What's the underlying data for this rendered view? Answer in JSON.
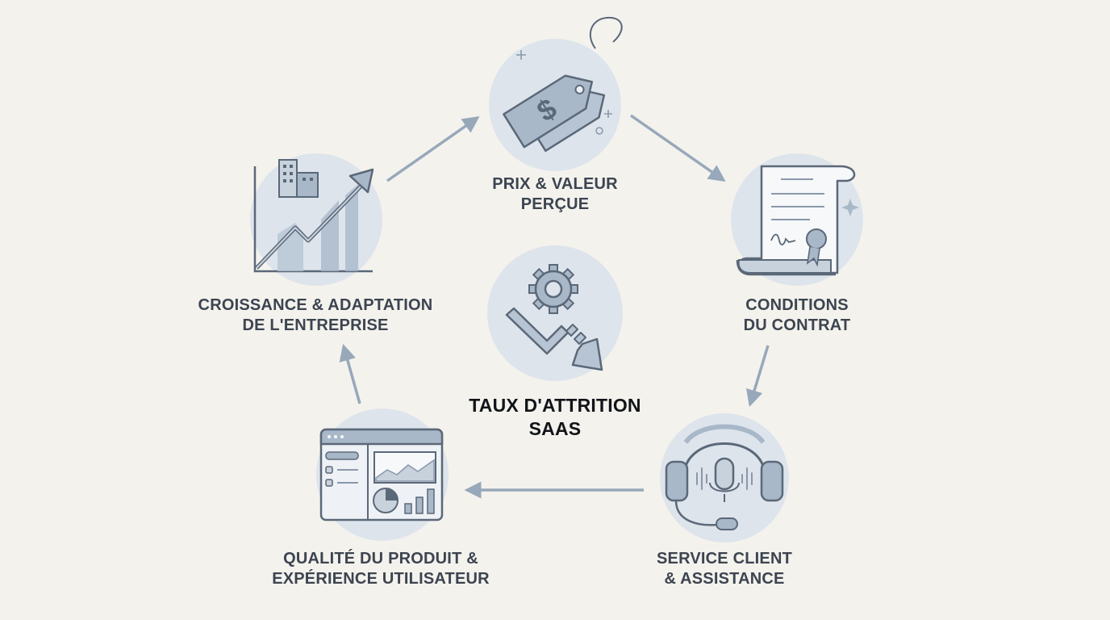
{
  "center": {
    "line1": "TAUX D'ATTRITION",
    "line2": "SAAS",
    "icon": "gear-down-arrow-icon"
  },
  "nodes": [
    {
      "id": "prix",
      "line1": "PRIX & VALEUR",
      "line2": "PERÇUE",
      "icon": "price-tag-icon"
    },
    {
      "id": "conditions",
      "line1": "CONDITIONS",
      "line2": "DU CONTRAT",
      "icon": "contract-scroll-icon"
    },
    {
      "id": "service",
      "line1": "SERVICE CLIENT",
      "line2": "& ASSISTANCE",
      "icon": "headset-icon"
    },
    {
      "id": "qualite",
      "line1": "QUALITÉ DU PRODUIT &",
      "line2": "EXPÉRIENCE UTILISATEUR",
      "icon": "dashboard-icon"
    },
    {
      "id": "croissance",
      "line1": "CROISSANCE & ADAPTATION",
      "line2": "DE L'ENTREPRISE",
      "icon": "growth-chart-icon"
    }
  ],
  "colors": {
    "background": "#f4f2ed",
    "circle": "#dde4ec",
    "icon_stroke": "#5b6878",
    "icon_fill": "#a9b8c9",
    "arrow": "#97a8ba",
    "label": "#3c4450",
    "center_label": "#111418"
  }
}
